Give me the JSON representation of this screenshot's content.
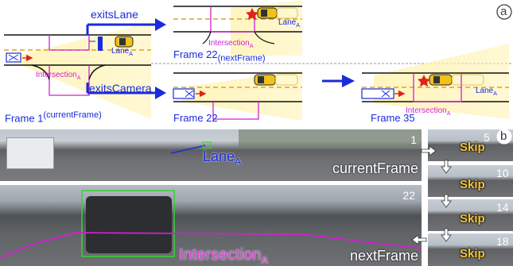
{
  "panel_a": {
    "badge": "a",
    "arrow_exits_lane": "exitsLane",
    "arrow_exits_camera": "exitsCamera",
    "lane_label": "Lane",
    "lane_sub": "A",
    "intersection_label": "Intersection",
    "intersection_sub": "A",
    "frame1_label": "Frame 1",
    "frame1_sup": "(currentFrame)",
    "frame22_top_label": "Frame 22",
    "frame22_top_sup": "(nextFrame)",
    "frame22_bottom_label": "Frame 22",
    "frame35_label": "Frame 35"
  },
  "panel_b": {
    "badge": "b",
    "current_frame_number": "1",
    "current_frame_label": "currentFrame",
    "lane_label": "Lane",
    "lane_sub": "A",
    "next_frame_number": "22",
    "next_frame_label": "nextFrame",
    "intersection_label": "Intersection",
    "intersection_sub": "A",
    "skips": [
      {
        "number": "5",
        "label": "Skip"
      },
      {
        "number": "10",
        "label": "Skip"
      },
      {
        "number": "14",
        "label": "Skip"
      },
      {
        "number": "18",
        "label": "Skip"
      }
    ]
  },
  "colors": {
    "blue": "#1a2bdc",
    "magenta": "#d21fd2",
    "red": "#e0231c",
    "yellow": "#f4c53a",
    "green": "#35d335"
  }
}
